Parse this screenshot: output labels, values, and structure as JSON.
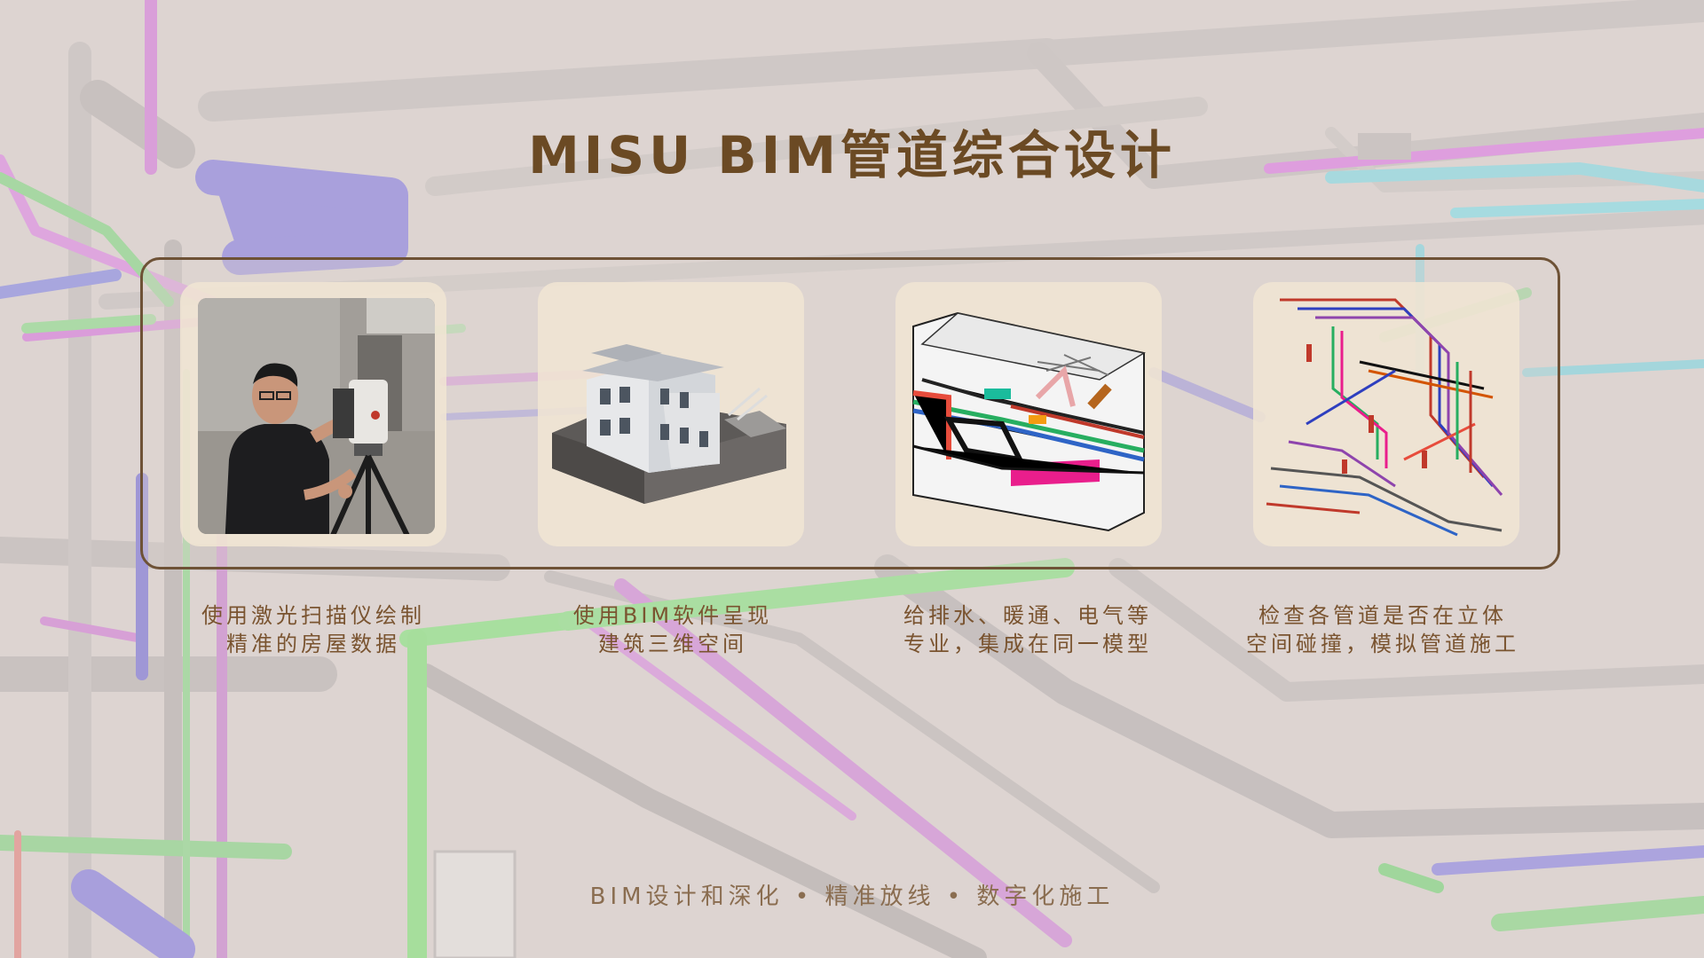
{
  "title": "MISU BIM管道综合设计",
  "items": [
    {
      "line1": "使用激光扫描仪绘制",
      "line2": "精准的房屋数据",
      "image": "person-with-laser-scanner"
    },
    {
      "line1": "使用BIM软件呈现",
      "line2": "建筑三维空间",
      "image": "3d-building-model"
    },
    {
      "line1": "给排水、暖通、电气等",
      "line2": "专业，集成在同一模型",
      "image": "integrated-mep-model"
    },
    {
      "line1": "检查各管道是否在立体",
      "line2": "空间碰撞，模拟管道施工",
      "image": "pipe-clash-model"
    }
  ],
  "footer": "BIM设计和深化 • 精准放线 • 数字化施工",
  "colors": {
    "background": "#ddd3d0",
    "accent": "#6b4a24",
    "frame": "#6e5236",
    "card": "#f0e5d3"
  }
}
